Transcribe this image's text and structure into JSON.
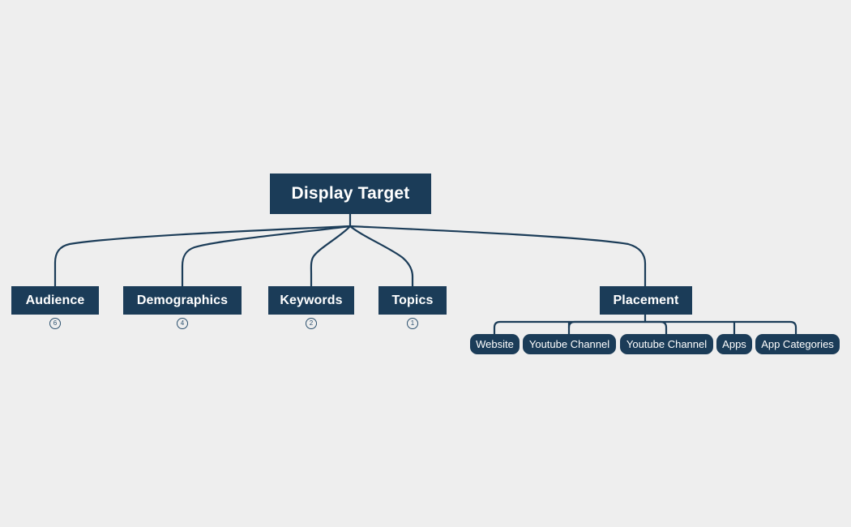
{
  "diagram": {
    "type": "mind-map-tree",
    "background_color": "#eeeeee",
    "node_color": "#1b3c58",
    "node_text_color": "#ffffff",
    "edge_color": "#1b3c58",
    "badge_color": "#2b506e",
    "root": {
      "label": "Display Target"
    },
    "branches": [
      {
        "label": "Audience",
        "badge": "6"
      },
      {
        "label": "Demographics",
        "badge": "4"
      },
      {
        "label": "Keywords",
        "badge": "2"
      },
      {
        "label": "Topics",
        "badge": "1"
      },
      {
        "label": "Placement",
        "badge": ""
      }
    ],
    "placement_children": [
      {
        "label": "Website"
      },
      {
        "label": "Youtube Channel"
      },
      {
        "label": "Youtube Channel"
      },
      {
        "label": "Apps"
      },
      {
        "label": "App Categories"
      }
    ]
  }
}
